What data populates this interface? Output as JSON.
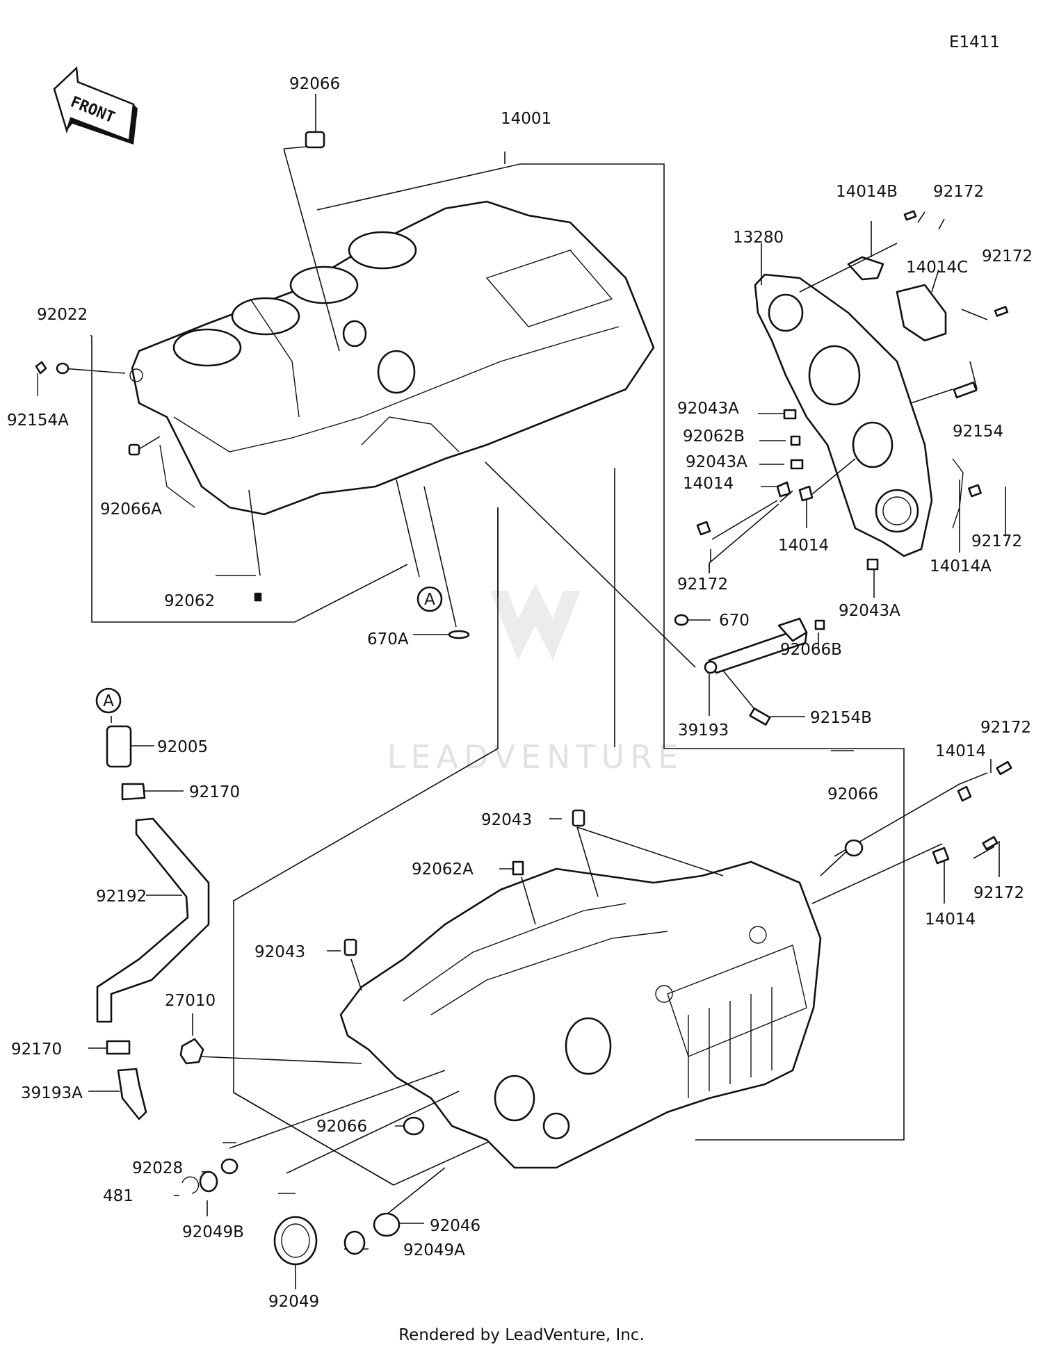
{
  "diagram": {
    "code": "E1411",
    "front_label": "FRONT",
    "watermark": "LEADVENTURE",
    "footer": "Rendered by LeadVenture, Inc.",
    "ref_marker": "A",
    "labels": {
      "l92066_top": "92066",
      "l14001": "14001",
      "l92022": "92022",
      "l92154A": "92154A",
      "l92066A": "92066A",
      "l92062": "92062",
      "l670A": "670A",
      "l92172_a": "92172",
      "l14014B": "14014B",
      "l13280": "13280",
      "l14014C": "14014C",
      "l92172_b": "92172",
      "l92043A_1": "92043A",
      "l92154": "92154",
      "l92062B": "92062B",
      "l92043A_2": "92043A",
      "l14014_1": "14014",
      "l14014_2": "14014",
      "l92172_c": "92172",
      "l92172_d": "92172",
      "l14014A": "14014A",
      "l92043A_3": "92043A",
      "l670": "670",
      "l92066B": "92066B",
      "l39193": "39193",
      "l92154B": "92154B",
      "l92005": "92005",
      "l92170_a": "92170",
      "l92192": "92192",
      "l92170_b": "92170",
      "l39193A": "39193A",
      "l27010": "27010",
      "l92043_1": "92043",
      "l92062A": "92062A",
      "l92043_2": "92043",
      "l92066_r": "92066",
      "l92172_e": "92172",
      "l14014_3": "14014",
      "l92172_f": "92172",
      "l14014_4": "14014",
      "l92066_b": "92066",
      "l92028": "92028",
      "l481": "481",
      "l92049B": "92049B",
      "l92046": "92046",
      "l92049A": "92049A",
      "l92049": "92049"
    }
  }
}
